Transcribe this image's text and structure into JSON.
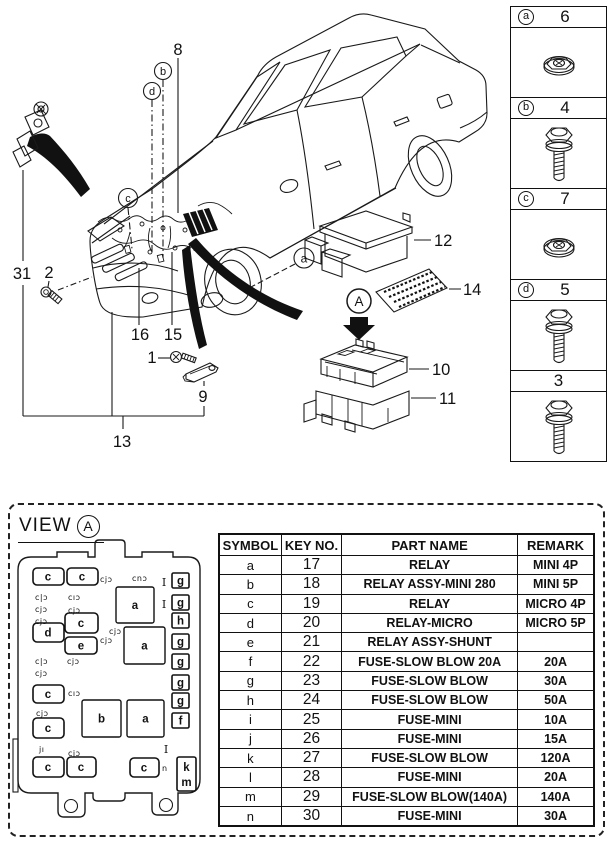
{
  "top_diagram": {
    "callouts": {
      "n8": "8",
      "n31": "31",
      "n2": "2",
      "n16": "16",
      "n15": "15",
      "n1": "1",
      "n9": "9",
      "n13": "13",
      "n12": "12",
      "n14": "14",
      "n10": "10",
      "n11": "11"
    },
    "markers": {
      "a": "a",
      "b": "b",
      "c": "c",
      "d": "d",
      "A": "A"
    }
  },
  "sidebar": {
    "rows": [
      {
        "letter": "a",
        "qty": "6",
        "icon": "flange-nut-icon"
      },
      {
        "letter": "b",
        "qty": "4",
        "icon": "flange-bolt-icon"
      },
      {
        "letter": "c",
        "qty": "7",
        "icon": "flange-nut-icon"
      },
      {
        "letter": "d",
        "qty": "5",
        "icon": "flange-bolt-icon"
      },
      {
        "letter": "",
        "qty": "3",
        "icon": "flange-bolt-icon"
      }
    ]
  },
  "view": {
    "title": "VIEW",
    "marker": "A",
    "fusebox": {
      "rounded_slots": [
        "c",
        "c",
        "c",
        "d",
        "e",
        "c",
        "c",
        "c",
        "c",
        "c"
      ],
      "big_slots": [
        "a",
        "a",
        "b",
        "a"
      ],
      "right_slots": [
        "g",
        "g",
        "h",
        "g",
        "g",
        "g",
        "g",
        "f"
      ],
      "km_slot": [
        "k",
        "m"
      ],
      "fuse_marks": [
        "I",
        "I",
        "I"
      ],
      "glyphs": [
        "cjɔ",
        "cnɔ",
        "c|ɔ",
        "cıɔ",
        "cjɔ",
        "cjɔ",
        "cjɔ",
        "cjɔ",
        "cjɔ",
        "c|ɔ",
        "cjɔ",
        "cjɔ",
        "cıɔ",
        "cjɔ",
        "jı",
        "cjɔ",
        "n"
      ]
    },
    "table": {
      "headers": [
        "SYMBOL",
        "KEY NO.",
        "PART NAME",
        "REMARK"
      ],
      "rows": [
        {
          "symbol": "a",
          "key": "17",
          "part": "RELAY",
          "remark": "MINI 4P"
        },
        {
          "symbol": "b",
          "key": "18",
          "part": "RELAY ASSY-MINI 280",
          "remark": "MINI 5P"
        },
        {
          "symbol": "c",
          "key": "19",
          "part": "RELAY",
          "remark": "MICRO 4P"
        },
        {
          "symbol": "d",
          "key": "20",
          "part": "RELAY-MICRO",
          "remark": "MICRO 5P"
        },
        {
          "symbol": "e",
          "key": "21",
          "part": "RELAY ASSY-SHUNT",
          "remark": ""
        },
        {
          "symbol": "f",
          "key": "22",
          "part": "FUSE-SLOW BLOW 20A",
          "remark": "20A"
        },
        {
          "symbol": "g",
          "key": "23",
          "part": "FUSE-SLOW BLOW",
          "remark": "30A"
        },
        {
          "symbol": "h",
          "key": "24",
          "part": "FUSE-SLOW BLOW",
          "remark": "50A"
        },
        {
          "symbol": "i",
          "key": "25",
          "part": "FUSE-MINI",
          "remark": "10A"
        },
        {
          "symbol": "j",
          "key": "26",
          "part": "FUSE-MINI",
          "remark": "15A"
        },
        {
          "symbol": "k",
          "key": "27",
          "part": "FUSE-SLOW BLOW",
          "remark": "120A"
        },
        {
          "symbol": "l",
          "key": "28",
          "part": "FUSE-MINI",
          "remark": "20A"
        },
        {
          "symbol": "m",
          "key": "29",
          "part": "FUSE-SLOW BLOW(140A)",
          "remark": "140A"
        },
        {
          "symbol": "n",
          "key": "30",
          "part": "FUSE-MINI",
          "remark": "30A"
        }
      ]
    }
  }
}
